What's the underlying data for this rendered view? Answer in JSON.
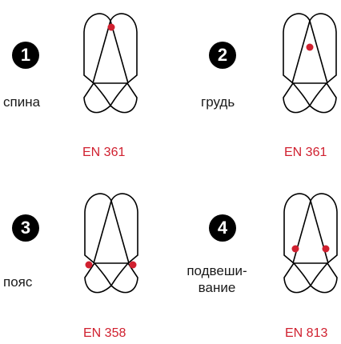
{
  "panels": [
    {
      "number": "1",
      "label": "спина",
      "code": "EN 361",
      "points": "back"
    },
    {
      "number": "2",
      "label": "грудь",
      "code": "EN 361",
      "points": "chest"
    },
    {
      "number": "3",
      "label": "пояс",
      "code": "EN 358",
      "points": "waist"
    },
    {
      "number": "4",
      "label": "подвеши-\nвание",
      "code": "EN 813",
      "points": "suspension"
    }
  ],
  "colors": {
    "accent": "#d0202f",
    "badge": "#000000",
    "line": "#000000"
  }
}
